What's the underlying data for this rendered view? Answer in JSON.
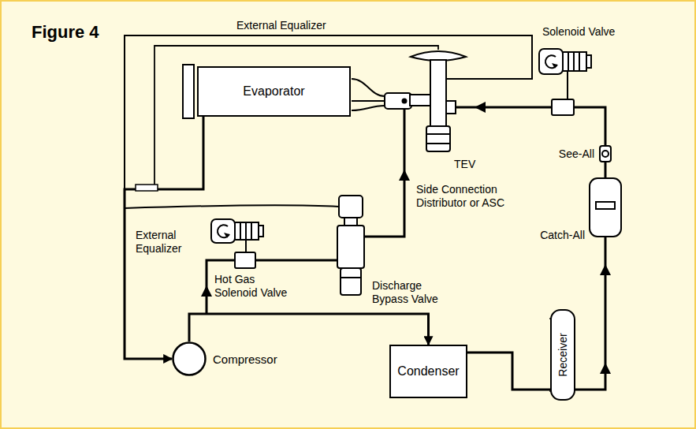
{
  "diagram": {
    "title": "Figure 4",
    "nodes": [
      {
        "text": [
          "Evaporator"
        ]
      },
      {
        "text": [
          "Compressor"
        ]
      },
      {
        "text": [
          "Condenser"
        ]
      },
      {
        "text": [
          "Receiver"
        ]
      }
    ],
    "edges": [
      {
        "from": 0,
        "to": 1,
        "arrow": "to"
      },
      {
        "from": 1,
        "to": 2,
        "arrow": "to"
      },
      {
        "from": 2,
        "to": 3,
        "arrow": "none"
      }
    ],
    "labels": [
      "External Equalizer",
      "Solenoid Valve",
      "TEV",
      "See-All",
      "Catch-All",
      "Side Connection Distributor or ASC",
      "External Equalizer",
      "Hot Gas Solenoid Valve",
      "Discharge Bypass Valve"
    ]
  }
}
